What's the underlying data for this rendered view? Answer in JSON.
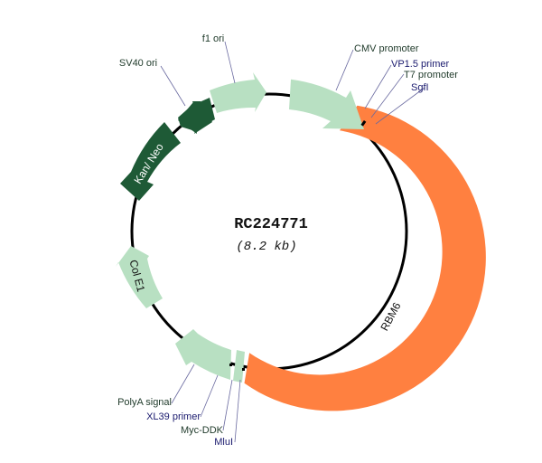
{
  "plasmid": {
    "name": "RC224771",
    "size": "(8.2 kb)"
  },
  "colors": {
    "backbone": "#000000",
    "light_green": "#b8e0c2",
    "dark_green": "#1e5a36",
    "orange": "#ff8040",
    "leader_line": "#6a6aa0",
    "label_dark": "#1f3a2a",
    "label_blue": "#1a1a6e"
  },
  "features": [
    {
      "name": "CMV promoter",
      "type": "promoter",
      "color": "light_green",
      "direction": "cw"
    },
    {
      "name": "RBM6",
      "type": "orf",
      "color": "orange",
      "direction": "cw"
    },
    {
      "name": "Myc-DDK",
      "type": "tag",
      "color": "light_green"
    },
    {
      "name": "PolyA signal",
      "type": "terminator",
      "color": "light_green",
      "direction": "ccw"
    },
    {
      "name": "Col E1",
      "type": "origin",
      "color": "light_green",
      "direction": "ccw"
    },
    {
      "name": "Kan/ Neo",
      "type": "resistance",
      "color": "dark_green",
      "direction": "ccw"
    },
    {
      "name": "SV40 ori",
      "type": "origin",
      "color": "dark_green",
      "direction": "ccw"
    },
    {
      "name": "f1 ori",
      "type": "origin",
      "color": "light_green",
      "direction": "cw"
    }
  ],
  "labels": {
    "f1_ori": "f1 ori",
    "sv40_ori": "SV40 ori",
    "cmv_promoter": "CMV promoter",
    "vp15_primer": "VP1.5 primer",
    "t7_promoter": "T7 promoter",
    "sgfi": "SgfI",
    "polya_signal": "PolyA signal",
    "xl39_primer": "XL39 primer",
    "myc_ddk": "Myc-DDK",
    "mlui": "MluI",
    "kan_neo": "Kan/ Neo",
    "col_e1": "Col E1",
    "rbm6": "RBM6"
  }
}
